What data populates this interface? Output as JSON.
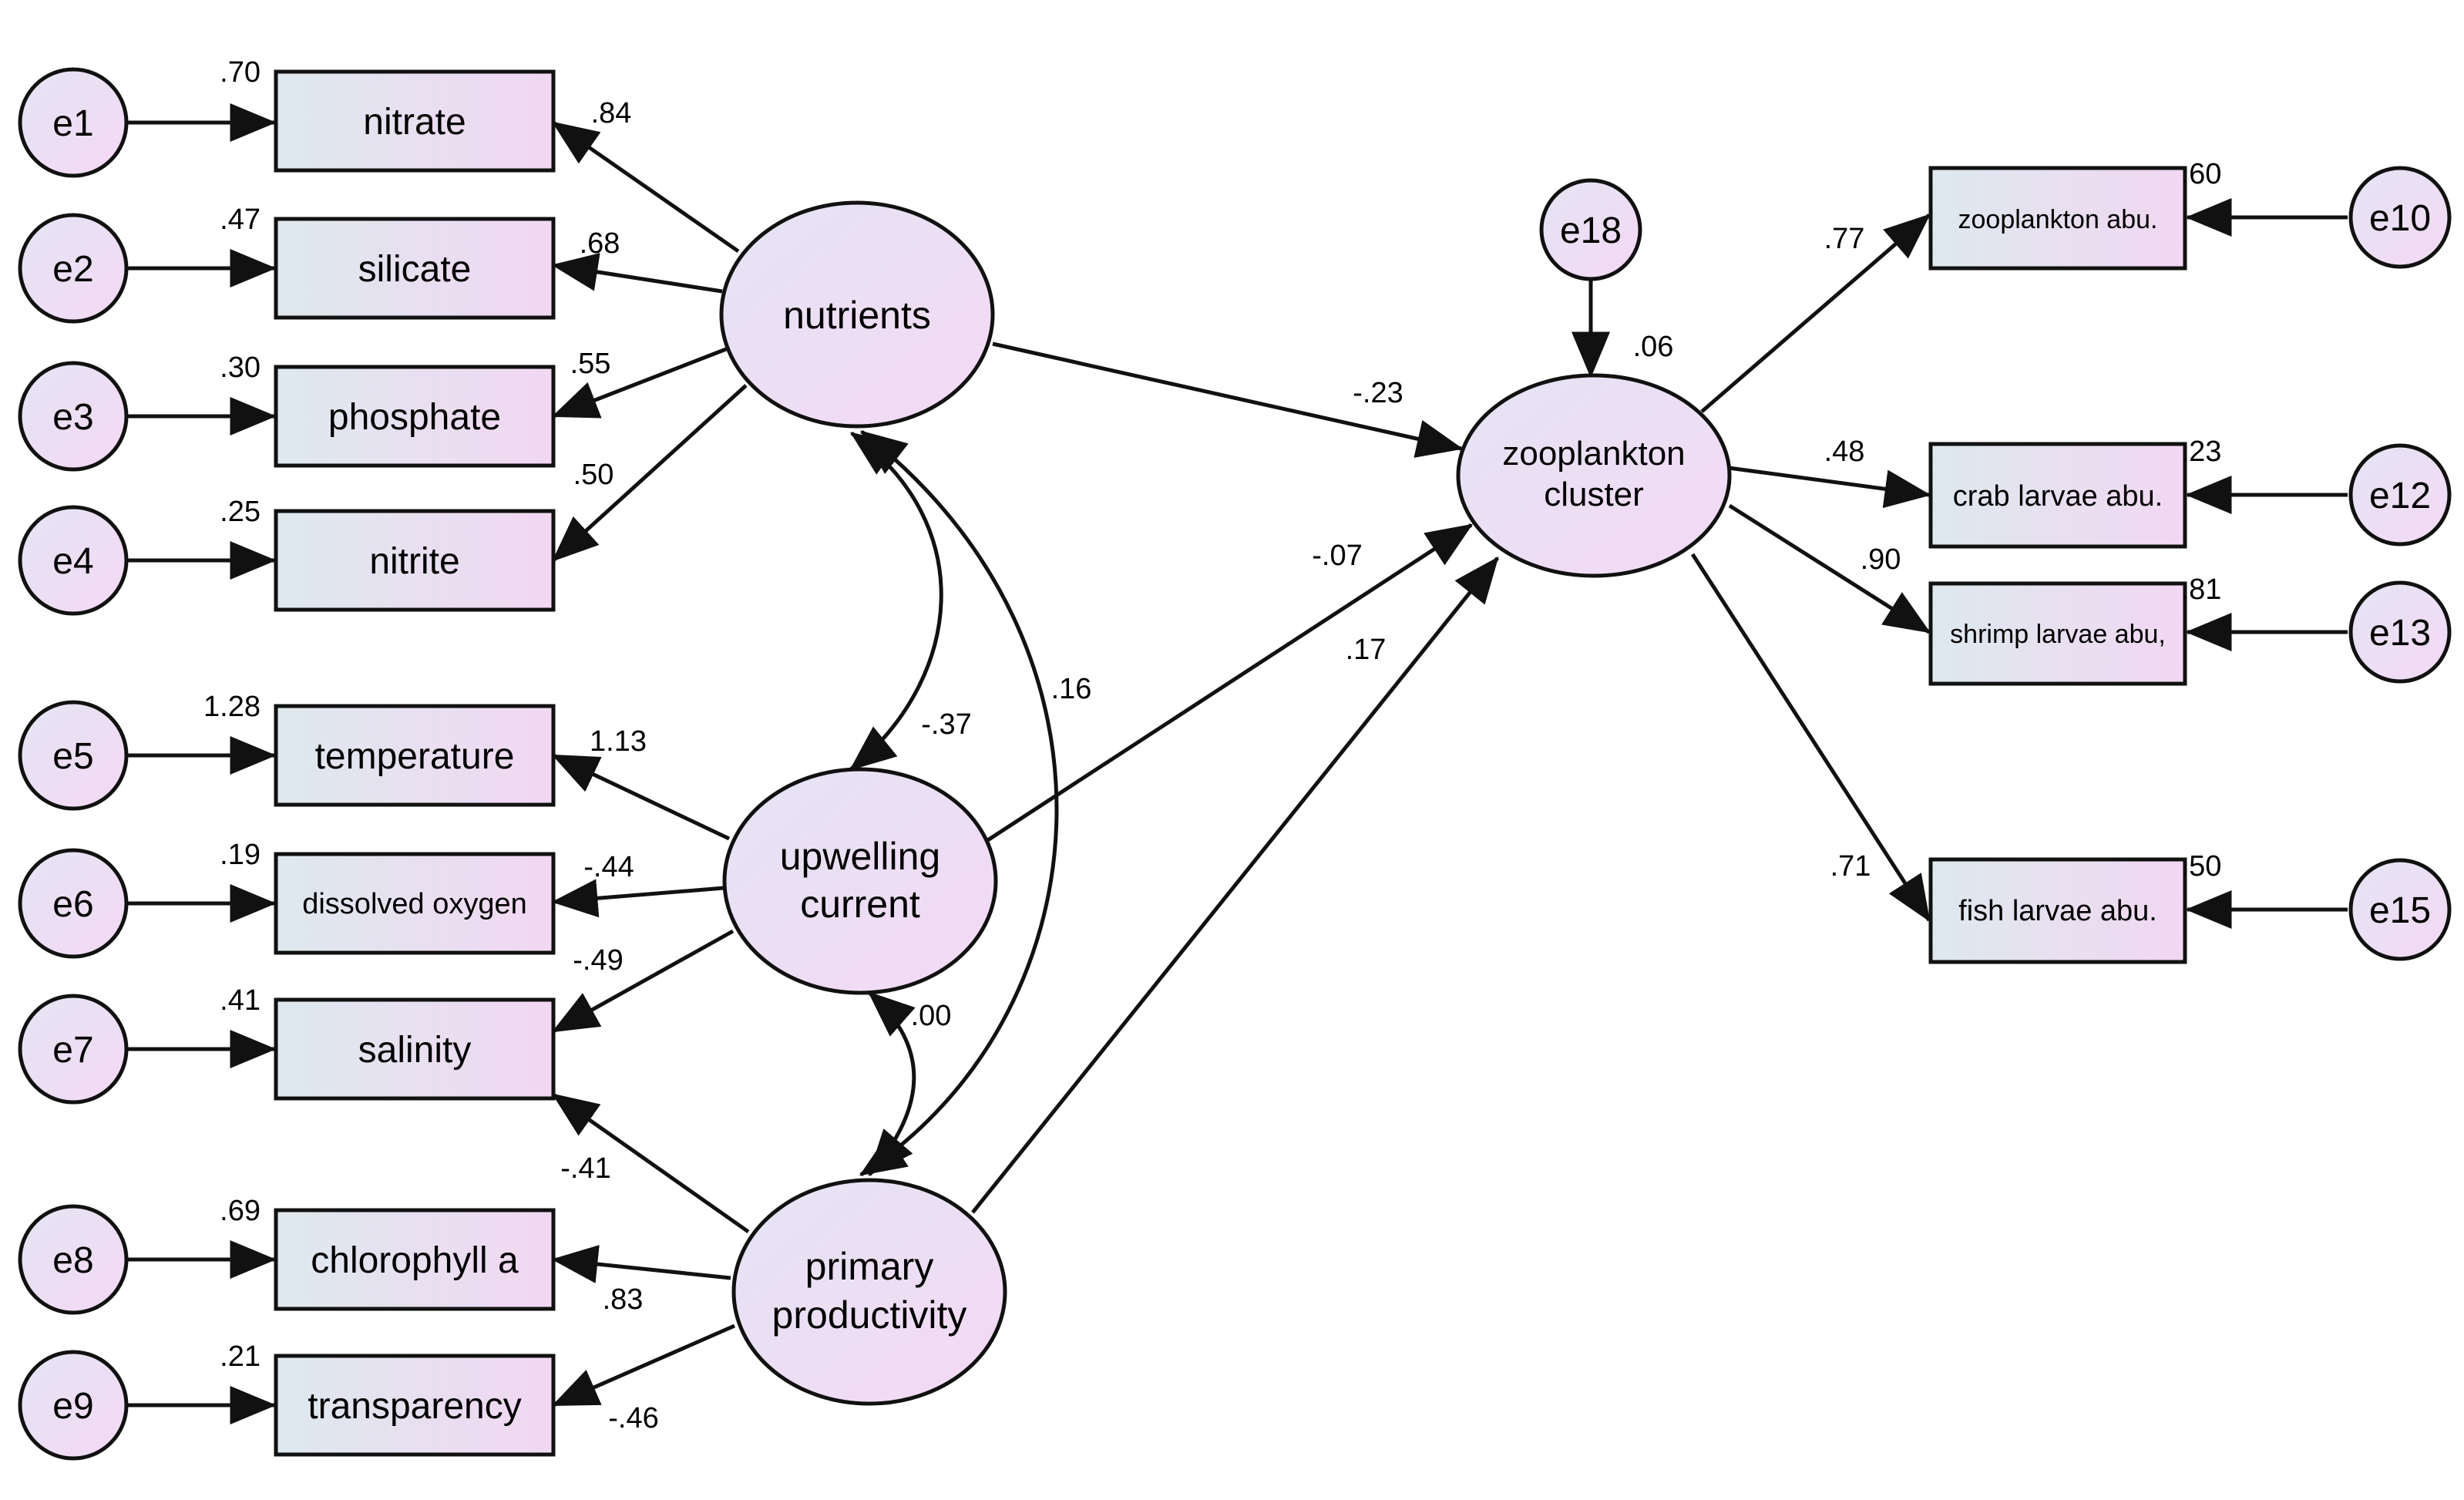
{
  "colors": {
    "box_gradient_start": "#dde9ee",
    "box_gradient_end": "#f2d7f2",
    "ellipse_gradient_start": "#e4e4f4",
    "ellipse_gradient_end": "#f4d9f4",
    "stroke": "#111111"
  },
  "observed": {
    "nitrate": {
      "label": "nitrate",
      "r2": ".70"
    },
    "silicate": {
      "label": "silicate",
      "r2": ".47"
    },
    "phosphate": {
      "label": "phosphate",
      "r2": ".30"
    },
    "nitrite": {
      "label": "nitrite",
      "r2": ".25"
    },
    "temperature": {
      "label": "temperature",
      "r2": "1.28"
    },
    "dissolved_oxygen": {
      "label": "dissolved oxygen",
      "r2": ".19"
    },
    "salinity": {
      "label": "salinity",
      "r2": ".41"
    },
    "chlorophyll": {
      "label": "chlorophyll a",
      "r2": ".69"
    },
    "transparency": {
      "label": "transparency",
      "r2": ".21"
    },
    "zooplankton_abu": {
      "label": "zooplankton abu.",
      "r2": ".60"
    },
    "crab_larvae": {
      "label": "crab larvae abu.",
      "r2": ".23"
    },
    "shrimp_larvae": {
      "label": "shrimp larvae abu,",
      "r2": ".81"
    },
    "fish_larvae": {
      "label": "fish larvae abu.",
      "r2": ".50"
    }
  },
  "errors": {
    "e1": "e1",
    "e2": "e2",
    "e3": "e3",
    "e4": "e4",
    "e5": "e5",
    "e6": "e6",
    "e7": "e7",
    "e8": "e8",
    "e9": "e9",
    "e10": "e10",
    "e12": "e12",
    "e13": "e13",
    "e15": "e15",
    "e18": "e18"
  },
  "latents": {
    "nutrients": {
      "line1": "nutrients"
    },
    "upwelling": {
      "line1": "upwelling",
      "line2": "current"
    },
    "primary": {
      "line1": "primary",
      "line2": "productivity"
    },
    "zooplankton": {
      "line1": "zooplankton",
      "line2": "cluster",
      "r2": ".06"
    }
  },
  "loadings": {
    "nitrate": ".84",
    "silicate": ".68",
    "phosphate": ".55",
    "nitrite": ".50",
    "temperature": "1.13",
    "dissolved_oxygen": "-.44",
    "salinity_upwelling": "-.49",
    "salinity_primary": "-.41",
    "chlorophyll": ".83",
    "transparency": "-.46",
    "zooplankton_abu": ".77",
    "crab_larvae": ".48",
    "shrimp_larvae": ".90",
    "fish_larvae": ".71"
  },
  "paths": {
    "nutrients_to_zoo": "-.23",
    "upwelling_to_zoo": "-.07",
    "primary_to_zoo": ".17"
  },
  "correlations": {
    "nutrients_upwelling": "-.37",
    "nutrients_primary": ".16",
    "upwelling_primary": ".00"
  }
}
